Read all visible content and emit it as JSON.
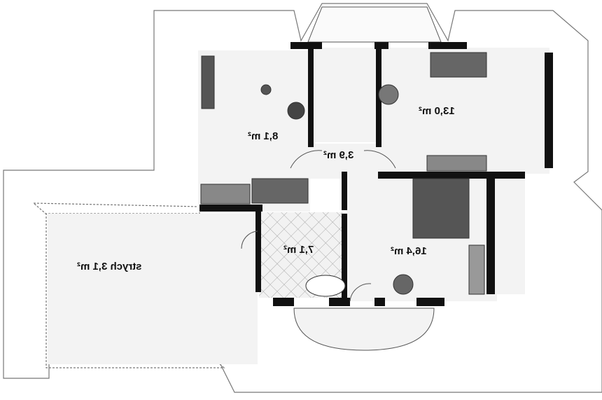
{
  "rooms": [
    {
      "id": "room-8-1",
      "label": "8,1 m²"
    },
    {
      "id": "room-3-9",
      "label": "3,9 m²"
    },
    {
      "id": "room-13-0",
      "label": "13,0 m²"
    },
    {
      "id": "room-16-4",
      "label": "16,4 m²"
    },
    {
      "id": "room-7-1",
      "label": "7,1 m²"
    },
    {
      "id": "room-attic",
      "label": "strych 3,1 m²"
    }
  ],
  "colors": {
    "wall": "#111111",
    "floor": "#f3f3f3",
    "furniture": "#555555",
    "roof_line": "#777777"
  }
}
